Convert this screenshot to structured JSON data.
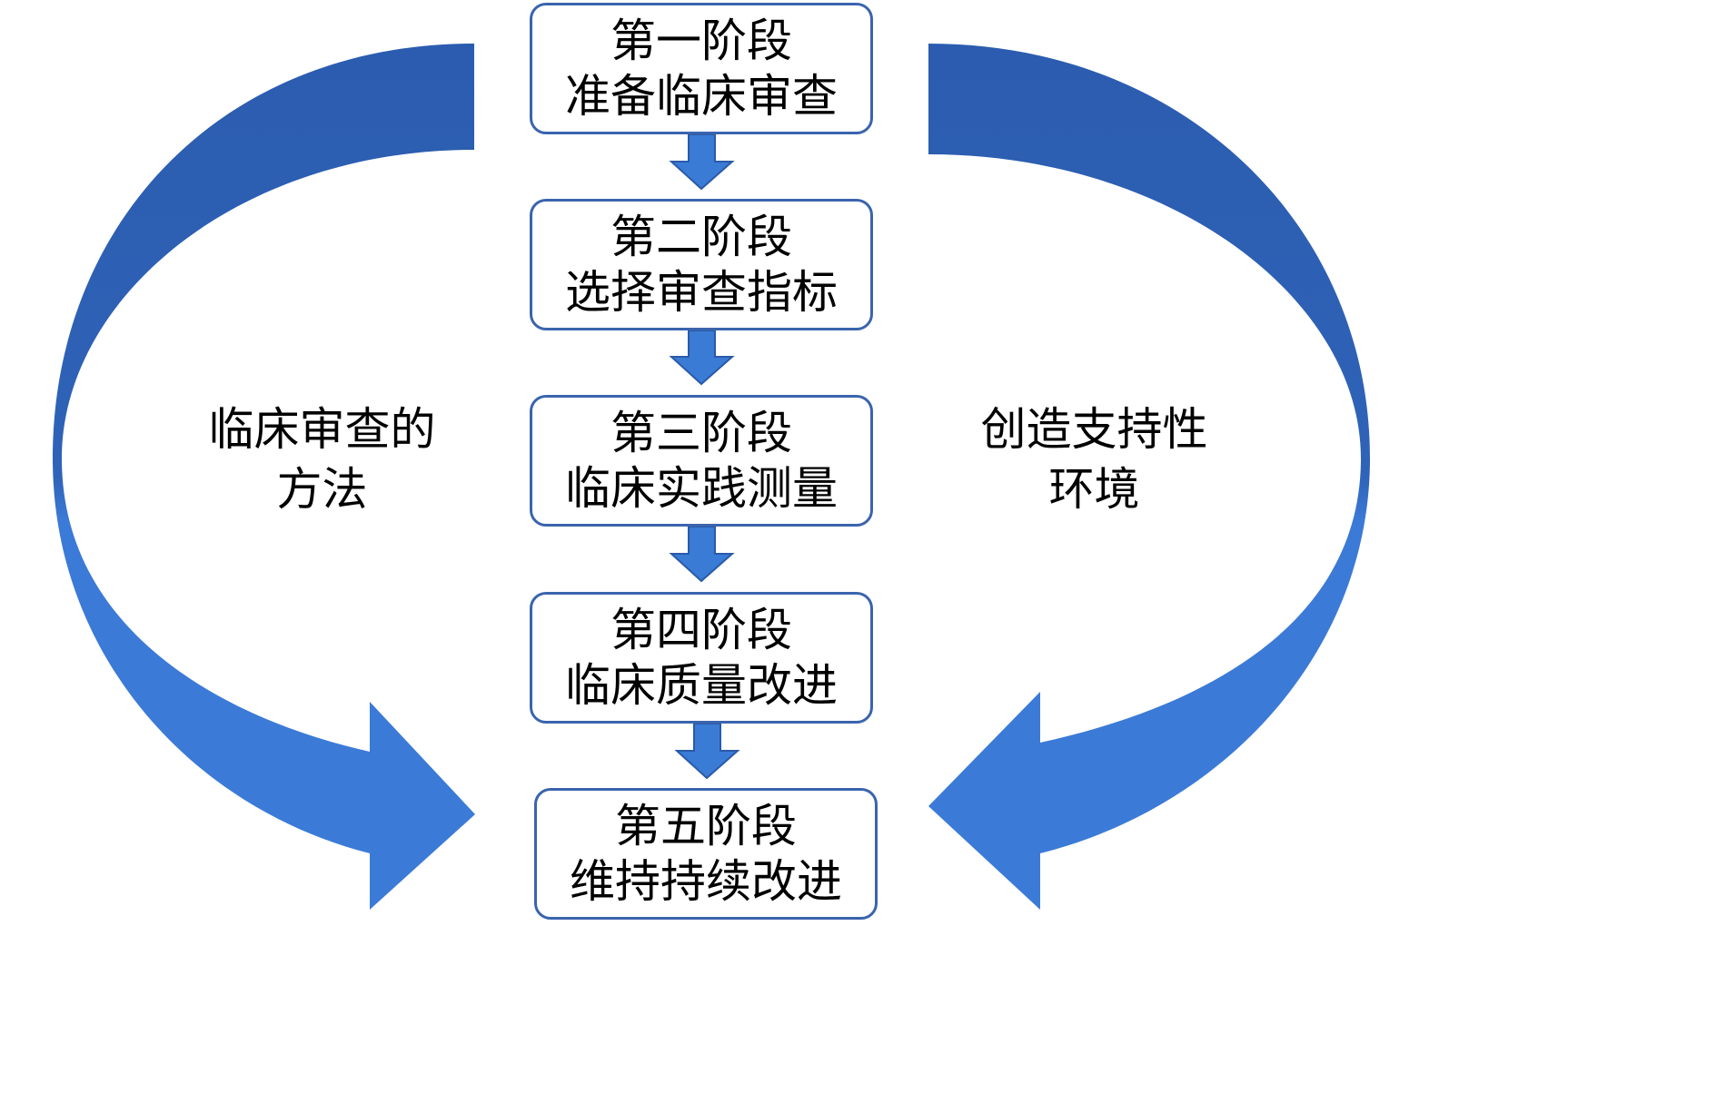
{
  "colors": {
    "accent": "#3a7bd5",
    "accent_dark": "#2a5aa8",
    "box_border": "#3a64ad",
    "text": "#000000",
    "background": "#ffffff"
  },
  "stages": [
    {
      "title": "第一阶段",
      "subtitle": "准备临床审查"
    },
    {
      "title": "第二阶段",
      "subtitle": "选择审查指标"
    },
    {
      "title": "第三阶段",
      "subtitle": "临床实践测量"
    },
    {
      "title": "第四阶段",
      "subtitle": "临床质量改进"
    },
    {
      "title": "第五阶段",
      "subtitle": "维持持续改进"
    }
  ],
  "left_label": {
    "line1": "临床审查的",
    "line2": "方法"
  },
  "right_label": {
    "line1": "创造支持性",
    "line2": "环境"
  },
  "icons": {
    "curved_arrow": "curved-arrow-icon",
    "down_arrow": "down-arrow-icon"
  }
}
